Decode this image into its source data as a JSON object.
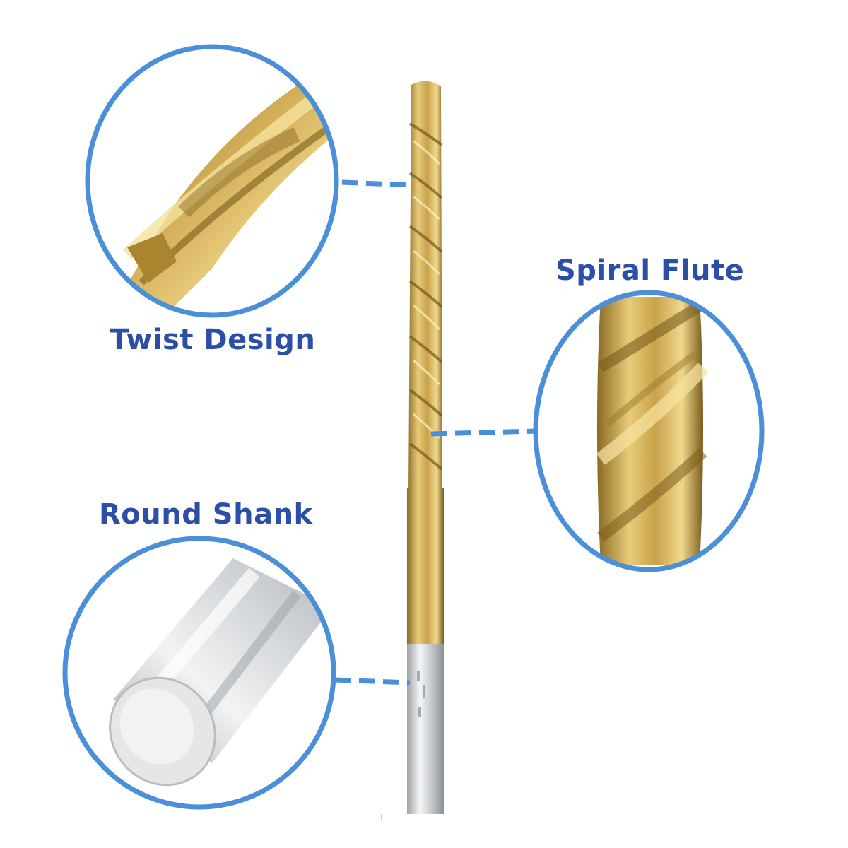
{
  "labels": {
    "twist_design": "Twist Design",
    "spiral_flute": "Spiral Flute",
    "round_shank": "Round Shank"
  },
  "colors": {
    "label_text": "#2b4fa6",
    "callout_ring": "#4a8fd8",
    "callout_dash": "#4a8fd8",
    "drill_gold": "#c9a24a",
    "drill_shank_silver": "#cfd3d6",
    "background": "#ffffff"
  },
  "icons": {
    "main_image": "titanium-twist-drill-bit",
    "zoom_top_left": "drill-tip-closeup",
    "zoom_right": "spiral-flute-closeup",
    "zoom_bottom_left": "round-shank-closeup"
  }
}
